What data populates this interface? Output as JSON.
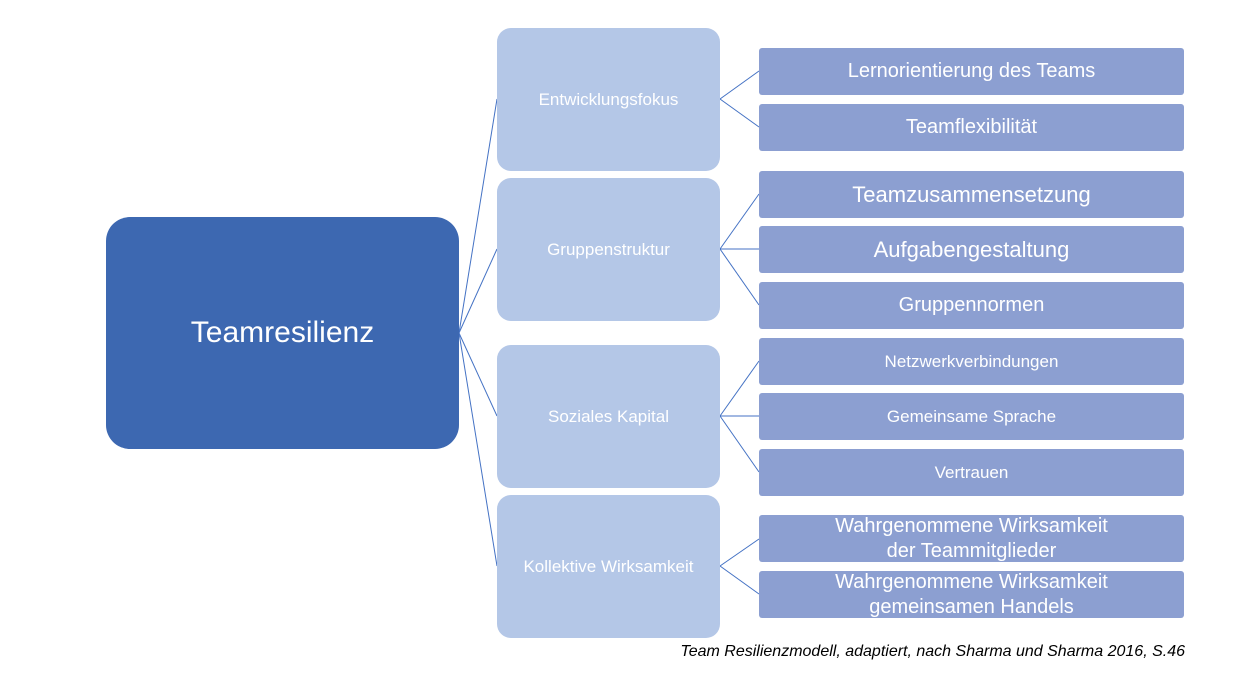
{
  "diagram": {
    "root": {
      "label": "Teamresilienz"
    },
    "categories": [
      {
        "label": "Entwicklungsfokus",
        "items": [
          "Lernorientierung des Teams",
          "Teamflexibilität"
        ]
      },
      {
        "label": "Gruppenstruktur",
        "items": [
          "Teamzusammensetzung",
          "Aufgabengestaltung",
          "Gruppennormen"
        ]
      },
      {
        "label": "Soziales Kapital",
        "items": [
          "Netzwerkverbindungen",
          "Gemeinsame Sprache",
          "Vertrauen"
        ]
      },
      {
        "label": "Kollektive Wirksamkeit",
        "items": [
          "Wahrgenommene Wirksamkeit\nder Teammitglieder",
          "Wahrgenommene Wirksamkeit\ngemeinsamen Handels"
        ]
      }
    ],
    "caption": "Team Resilienzmodell, adaptiert, nach Sharma und Sharma 2016, S.46"
  },
  "colors": {
    "root": "#3d68b1",
    "category": "#b4c7e7",
    "leaf": "#8c9fd1",
    "connector": "#4472c4"
  }
}
